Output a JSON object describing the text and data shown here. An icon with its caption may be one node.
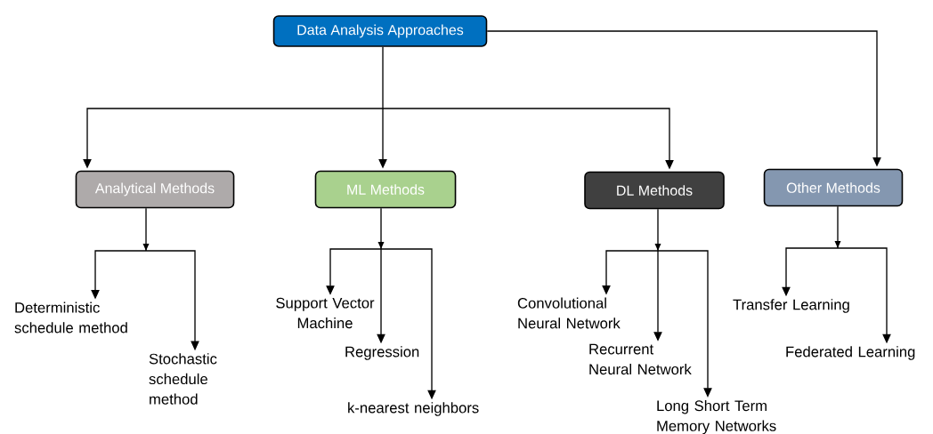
{
  "diagram": {
    "nodes": [
      {
        "text": [
          "Data Analysis Approaches"
        ]
      },
      {
        "text": [
          "Analytical Methods"
        ]
      },
      {
        "text": [
          "ML Methods"
        ]
      },
      {
        "text": [
          "DL Methods"
        ]
      },
      {
        "text": [
          "Other Methods"
        ]
      },
      {
        "text": [
          "Deterministic schedule method"
        ]
      },
      {
        "text": [
          "Stochastic schedule method"
        ]
      },
      {
        "text": [
          "Support Vector Machine"
        ]
      },
      {
        "text": [
          "Regression"
        ]
      },
      {
        "text": [
          "k-nearest neighbors"
        ]
      },
      {
        "text": [
          "Convolutional Neural Network"
        ]
      },
      {
        "text": [
          "Recurrent Neural Network"
        ]
      },
      {
        "text": [
          "Long Short Term Memory Networks"
        ]
      },
      {
        "text": [
          "Transfer Learning"
        ]
      },
      {
        "text": [
          "Federated Learning"
        ]
      }
    ],
    "edges": [
      {
        "from": 0,
        "to": 1,
        "arrow": "to"
      },
      {
        "from": 0,
        "to": 2,
        "arrow": "to"
      },
      {
        "from": 0,
        "to": 3,
        "arrow": "to"
      },
      {
        "from": 0,
        "to": 4,
        "arrow": "to"
      },
      {
        "from": 1,
        "to": 5,
        "arrow": "to"
      },
      {
        "from": 1,
        "to": 6,
        "arrow": "to"
      },
      {
        "from": 2,
        "to": 7,
        "arrow": "to"
      },
      {
        "from": 2,
        "to": 8,
        "arrow": "to"
      },
      {
        "from": 2,
        "to": 9,
        "arrow": "to"
      },
      {
        "from": 3,
        "to": 10,
        "arrow": "to"
      },
      {
        "from": 3,
        "to": 11,
        "arrow": "to"
      },
      {
        "from": 3,
        "to": 12,
        "arrow": "to"
      },
      {
        "from": 4,
        "to": 13,
        "arrow": "to"
      },
      {
        "from": 4,
        "to": 14,
        "arrow": "to"
      }
    ]
  }
}
